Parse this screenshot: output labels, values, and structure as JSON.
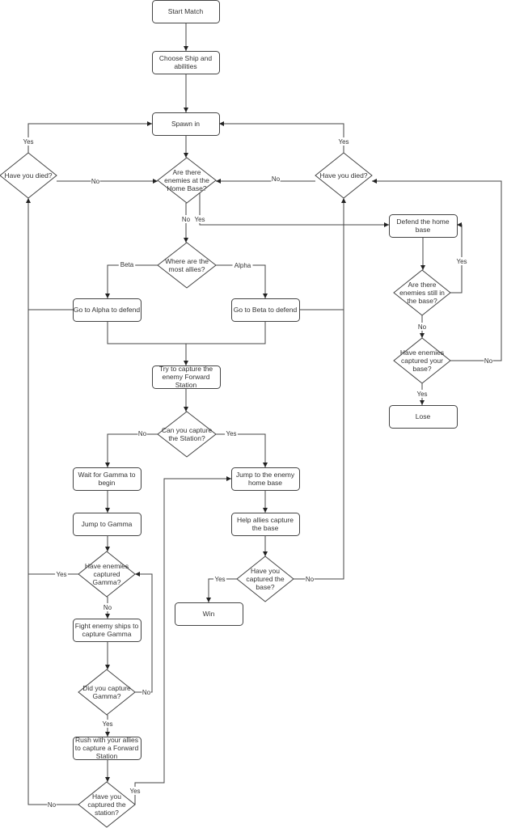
{
  "title": "Match flowchart",
  "nodes": {
    "start": {
      "type": "process",
      "text": [
        "Start Match"
      ]
    },
    "choose": {
      "type": "process",
      "text": [
        "Choose Ship and",
        "abilities"
      ]
    },
    "spawn": {
      "type": "process",
      "text": [
        "Spawn in"
      ]
    },
    "died_left": {
      "type": "decision",
      "text": [
        "Have you died?"
      ]
    },
    "enemies_home": {
      "type": "decision",
      "text": [
        "Are there",
        "enemies at the",
        "Home Base?"
      ]
    },
    "died_right": {
      "type": "decision",
      "text": [
        "Have you died?"
      ]
    },
    "defend_home": {
      "type": "process",
      "text": [
        "Defend the home",
        "base"
      ]
    },
    "most_allies": {
      "type": "decision",
      "text": [
        "Where are the",
        "most allies?"
      ]
    },
    "go_alpha": {
      "type": "process",
      "text": [
        "Go to Alpha to defend"
      ]
    },
    "go_beta": {
      "type": "process",
      "text": [
        "Go to Beta to defend"
      ]
    },
    "enemies_still": {
      "type": "decision",
      "text": [
        "Are there",
        "enemies still in",
        "the base?"
      ]
    },
    "enemies_captured_base": {
      "type": "decision",
      "text": [
        "Have enemies",
        "captured your",
        "base?"
      ]
    },
    "lose": {
      "type": "process",
      "text": [
        "Lose"
      ]
    },
    "try_capture": {
      "type": "process",
      "text": [
        "Try to capture the",
        "enemy Forward",
        "Station"
      ]
    },
    "can_capture": {
      "type": "decision",
      "text": [
        "Can you capture",
        "the Station?"
      ]
    },
    "wait_gamma": {
      "type": "process",
      "text": [
        "Wait for Gamma to",
        "begin"
      ]
    },
    "jump_enemy_home": {
      "type": "process",
      "text": [
        "Jump to the enemy",
        "home base"
      ]
    },
    "jump_gamma": {
      "type": "process",
      "text": [
        "Jump to Gamma"
      ]
    },
    "help_allies": {
      "type": "process",
      "text": [
        "Help allies capture",
        "the base"
      ]
    },
    "enemies_captured_gamma": {
      "type": "decision",
      "text": [
        "Have enemies",
        "captured",
        "Gamma?"
      ]
    },
    "captured_base": {
      "type": "decision",
      "text": [
        "Have you",
        "captured the",
        "base?"
      ]
    },
    "win": {
      "type": "process",
      "text": [
        "Win"
      ]
    },
    "fight_gamma": {
      "type": "process",
      "text": [
        "Fight enemy ships to",
        "capture Gamma"
      ]
    },
    "did_capture_gamma": {
      "type": "decision",
      "text": [
        "Did you capture",
        "Gamma?"
      ]
    },
    "rush_allies": {
      "type": "process",
      "text": [
        "Rush with your allies",
        "to capture a Forward",
        "Station"
      ]
    },
    "captured_station": {
      "type": "decision",
      "text": [
        "Have you",
        "captured the",
        "station?"
      ]
    }
  },
  "edges": [
    {
      "from": "start",
      "to": "choose",
      "label": ""
    },
    {
      "from": "choose",
      "to": "spawn",
      "label": ""
    },
    {
      "from": "spawn",
      "to": "enemies_home",
      "label": ""
    },
    {
      "from": "died_left",
      "to": "spawn",
      "label": "Yes"
    },
    {
      "from": "died_left",
      "to": "enemies_home",
      "label": "No"
    },
    {
      "from": "died_right",
      "to": "spawn",
      "label": "Yes"
    },
    {
      "from": "died_right",
      "to": "enemies_home",
      "label": "No"
    },
    {
      "from": "enemies_home",
      "to": "most_allies",
      "label": "No"
    },
    {
      "from": "enemies_home",
      "to": "defend_home",
      "label": "Yes"
    },
    {
      "from": "most_allies",
      "to": "go_alpha",
      "label": "Beta"
    },
    {
      "from": "most_allies",
      "to": "go_beta",
      "label": "Alpha"
    },
    {
      "from": "go_alpha",
      "to": "died_left",
      "label": ""
    },
    {
      "from": "go_beta",
      "to": "died_right",
      "label": ""
    },
    {
      "from": "go_alpha",
      "to": "try_capture",
      "label": ""
    },
    {
      "from": "go_beta",
      "to": "try_capture",
      "label": ""
    },
    {
      "from": "defend_home",
      "to": "enemies_still",
      "label": ""
    },
    {
      "from": "enemies_still",
      "to": "defend_home",
      "label": "Yes"
    },
    {
      "from": "enemies_still",
      "to": "enemies_captured_base",
      "label": "No"
    },
    {
      "from": "enemies_captured_base",
      "to": "died_right",
      "label": "No"
    },
    {
      "from": "enemies_captured_base",
      "to": "lose",
      "label": "Yes"
    },
    {
      "from": "try_capture",
      "to": "can_capture",
      "label": ""
    },
    {
      "from": "can_capture",
      "to": "wait_gamma",
      "label": "No"
    },
    {
      "from": "can_capture",
      "to": "jump_enemy_home",
      "label": "Yes"
    },
    {
      "from": "wait_gamma",
      "to": "jump_gamma",
      "label": ""
    },
    {
      "from": "jump_gamma",
      "to": "enemies_captured_gamma",
      "label": ""
    },
    {
      "from": "enemies_captured_gamma",
      "to": "died_left",
      "label": "Yes"
    },
    {
      "from": "enemies_captured_gamma",
      "to": "fight_gamma",
      "label": "No"
    },
    {
      "from": "fight_gamma",
      "to": "did_capture_gamma",
      "label": ""
    },
    {
      "from": "did_capture_gamma",
      "to": "enemies_captured_gamma",
      "label": "No"
    },
    {
      "from": "did_capture_gamma",
      "to": "rush_allies",
      "label": "Yes"
    },
    {
      "from": "rush_allies",
      "to": "captured_station",
      "label": ""
    },
    {
      "from": "captured_station",
      "to": "died_left",
      "label": "No"
    },
    {
      "from": "captured_station",
      "to": "jump_enemy_home",
      "label": "Yes"
    },
    {
      "from": "jump_enemy_home",
      "to": "help_allies",
      "label": ""
    },
    {
      "from": "help_allies",
      "to": "captured_base",
      "label": ""
    },
    {
      "from": "captured_base",
      "to": "win",
      "label": "Yes"
    },
    {
      "from": "captured_base",
      "to": "died_right",
      "label": "No"
    }
  ]
}
